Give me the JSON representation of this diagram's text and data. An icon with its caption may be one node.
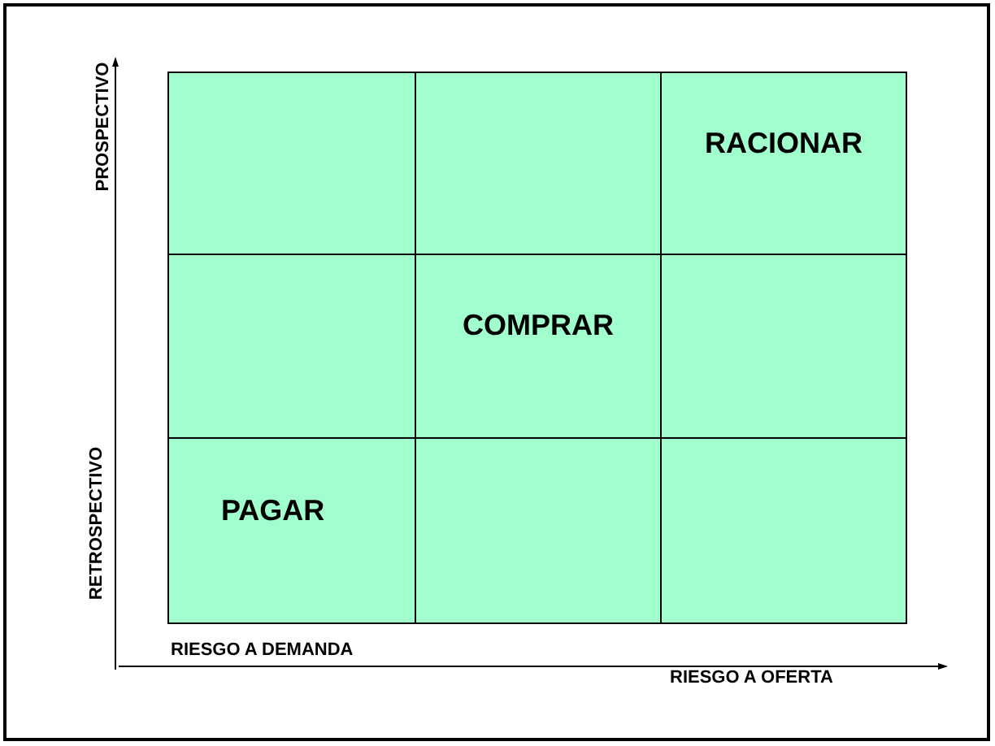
{
  "diagram": {
    "nodes": [
      {
        "text": [],
        "shape": "box"
      },
      {
        "text": [],
        "shape": "box"
      },
      {
        "text": [
          "RACIONAR"
        ]
      },
      {
        "text": [],
        "shape": "box"
      },
      {
        "text": [
          "COMPRAR"
        ]
      },
      {
        "text": [],
        "shape": "box"
      },
      {
        "text": [
          "PAGAR"
        ]
      },
      {
        "text": [],
        "shape": "box"
      },
      {
        "text": [],
        "shape": "box"
      }
    ],
    "labels": [
      "PROSPECTIVO",
      "RETROSPECTIVO",
      "RIESGO A DEMANDA",
      "RIESGO A OFERTA"
    ]
  }
}
